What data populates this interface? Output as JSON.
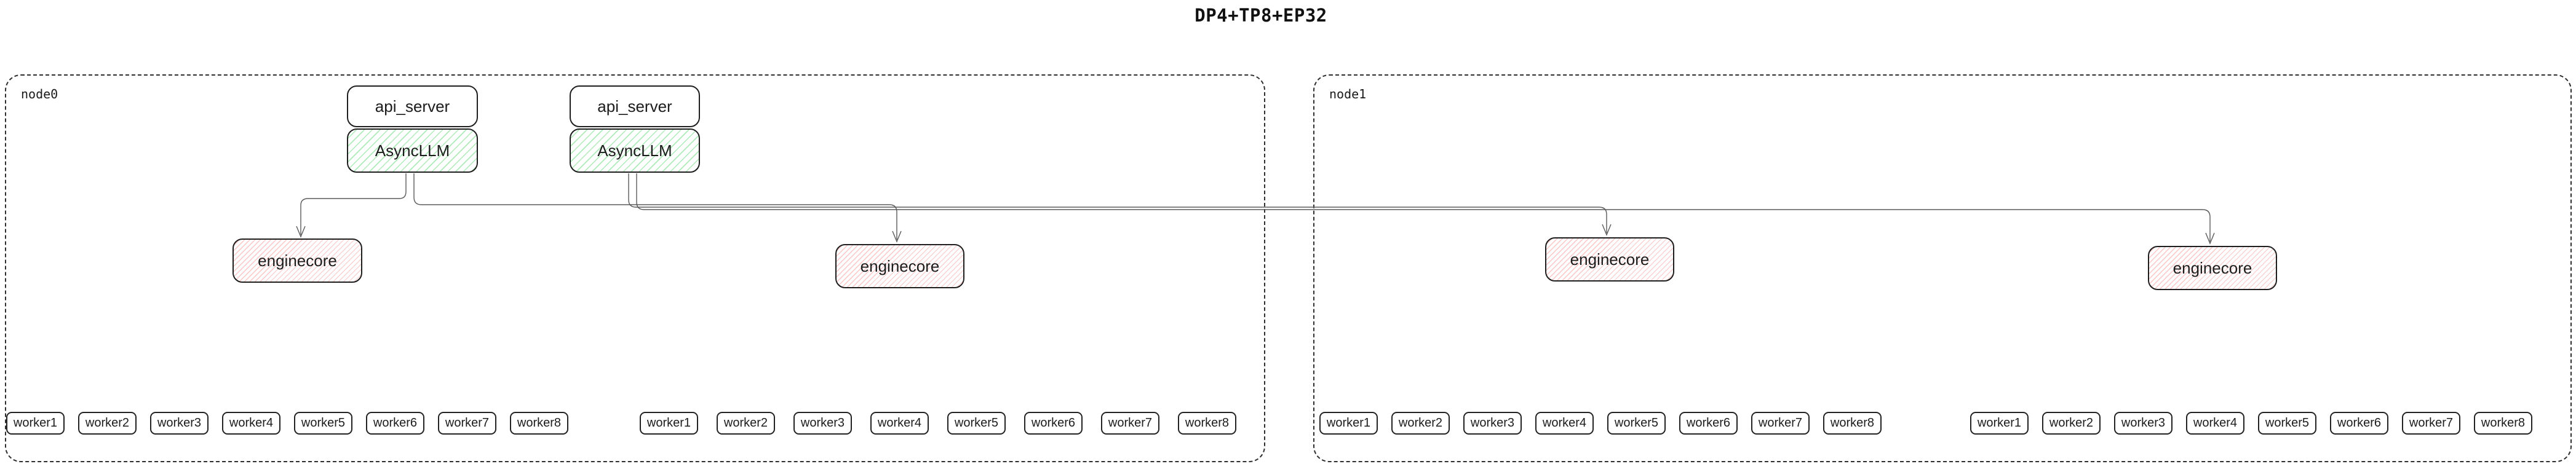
{
  "title": "DP4+TP8+EP32",
  "nodes": [
    {
      "label": "node0"
    },
    {
      "label": "node1"
    }
  ],
  "boxes": {
    "api_server_labels": [
      "api_server",
      "api_server"
    ],
    "asyncllm_labels": [
      "AsyncLLM",
      "AsyncLLM"
    ],
    "enginecore_labels": [
      "enginecore",
      "enginecore",
      "enginecore",
      "enginecore"
    ]
  },
  "worker_groups": [
    {
      "workers": [
        "worker1",
        "worker2",
        "worker3",
        "worker4",
        "worker5",
        "worker6",
        "worker7",
        "worker8"
      ]
    },
    {
      "workers": [
        "worker1",
        "worker2",
        "worker3",
        "worker4",
        "worker5",
        "worker6",
        "worker7",
        "worker8"
      ]
    },
    {
      "workers": [
        "worker1",
        "worker2",
        "worker3",
        "worker4",
        "worker5",
        "worker6",
        "worker7",
        "worker8"
      ]
    },
    {
      "workers": [
        "worker1",
        "worker2",
        "worker3",
        "worker4",
        "worker5",
        "worker6",
        "worker7",
        "worker8"
      ]
    }
  ],
  "colors": {
    "asyncllm_hatch": "#69db7c",
    "enginecore_hatch": "#fa8c8c",
    "edge": "#5a5a5a",
    "box_border": "#1e1e1e"
  }
}
